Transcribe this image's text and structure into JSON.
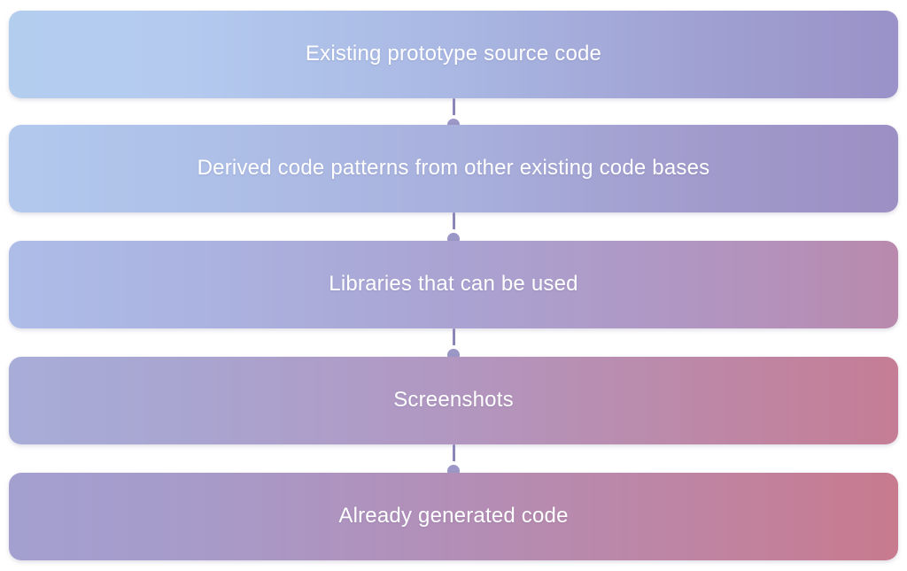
{
  "diagram": {
    "type": "vertical-flow",
    "title": "",
    "background_color": "#ffffff",
    "node_count": 5,
    "connector_color": "#8a86b8",
    "connector_node_fill": "#9b97c6",
    "connector_node_ring": "#ffffff",
    "text_color": "#ffffff",
    "nodes": [
      {
        "label": "Existing prototype source code",
        "gradient_from": "#b3cdef",
        "gradient_to": "#9a92c8"
      },
      {
        "label": "Derived code patterns from other existing code bases",
        "gradient_from": "#b2c9ed",
        "gradient_to": "#9c8fc3"
      },
      {
        "label": "Libraries that can be used",
        "gradient_from": "#aebce8",
        "gradient_to": "#b98aad"
      },
      {
        "label": "Screenshots",
        "gradient_from": "#a8add8",
        "gradient_to": "#c57d95"
      },
      {
        "label": "Already generated code",
        "gradient_from": "#a3a0d0",
        "gradient_to": "#c87a8e"
      }
    ],
    "connectors": [
      {
        "from": 0,
        "to": 1,
        "icon": "connector-dot-icon"
      },
      {
        "from": 1,
        "to": 2,
        "icon": "connector-dot-icon"
      },
      {
        "from": 2,
        "to": 3,
        "icon": "connector-dot-icon"
      },
      {
        "from": 3,
        "to": 4,
        "icon": "connector-dot-icon"
      }
    ]
  }
}
